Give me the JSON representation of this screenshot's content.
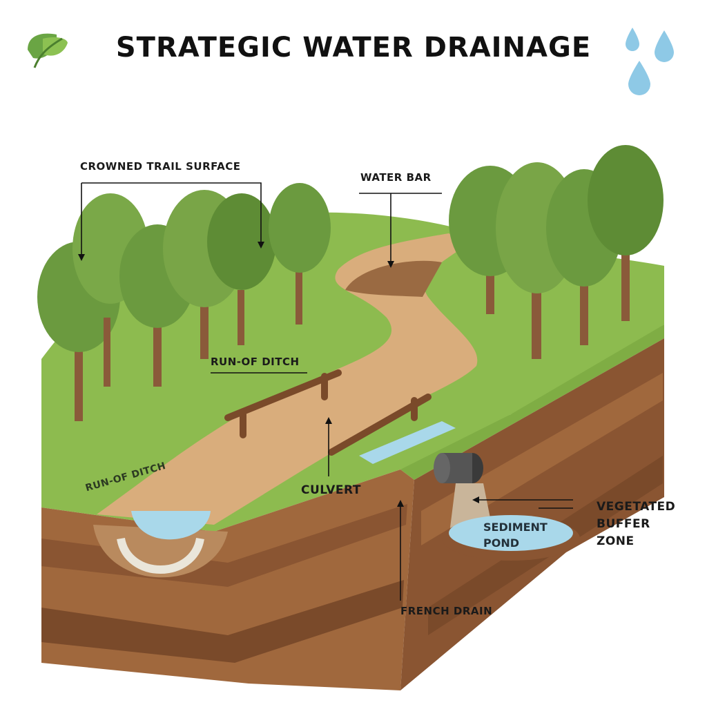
{
  "title": "STRATEGIC WATER DRAINAGE",
  "icons": {
    "header_left": "leaf-icon",
    "header_right": "water-drops-icon"
  },
  "labels": {
    "crowned_trail_surface": "CROWNED TRAIL SURFACE",
    "water_bar": "WATER BAR",
    "run_of_ditch_upper": "RUN-OF DITCH",
    "run_of_ditch_lower": "RUN-OF DITCH",
    "culvert": "CULVERT",
    "vegetated_buffer_zone": "VEGETATED\nBUFFER\nZONE",
    "sediment_pond": "SEDIMENT\nPOND",
    "french_drain": "FRENCH DRAIN"
  },
  "colors": {
    "grass": "#8dbb4f",
    "trail": "#d9ad7c",
    "soil_dark": "#7a4a2a",
    "soil_mid": "#a0683d",
    "water": "#a9d8ea",
    "tree": "#6b9a3f",
    "trunk": "#8a5a3a"
  }
}
